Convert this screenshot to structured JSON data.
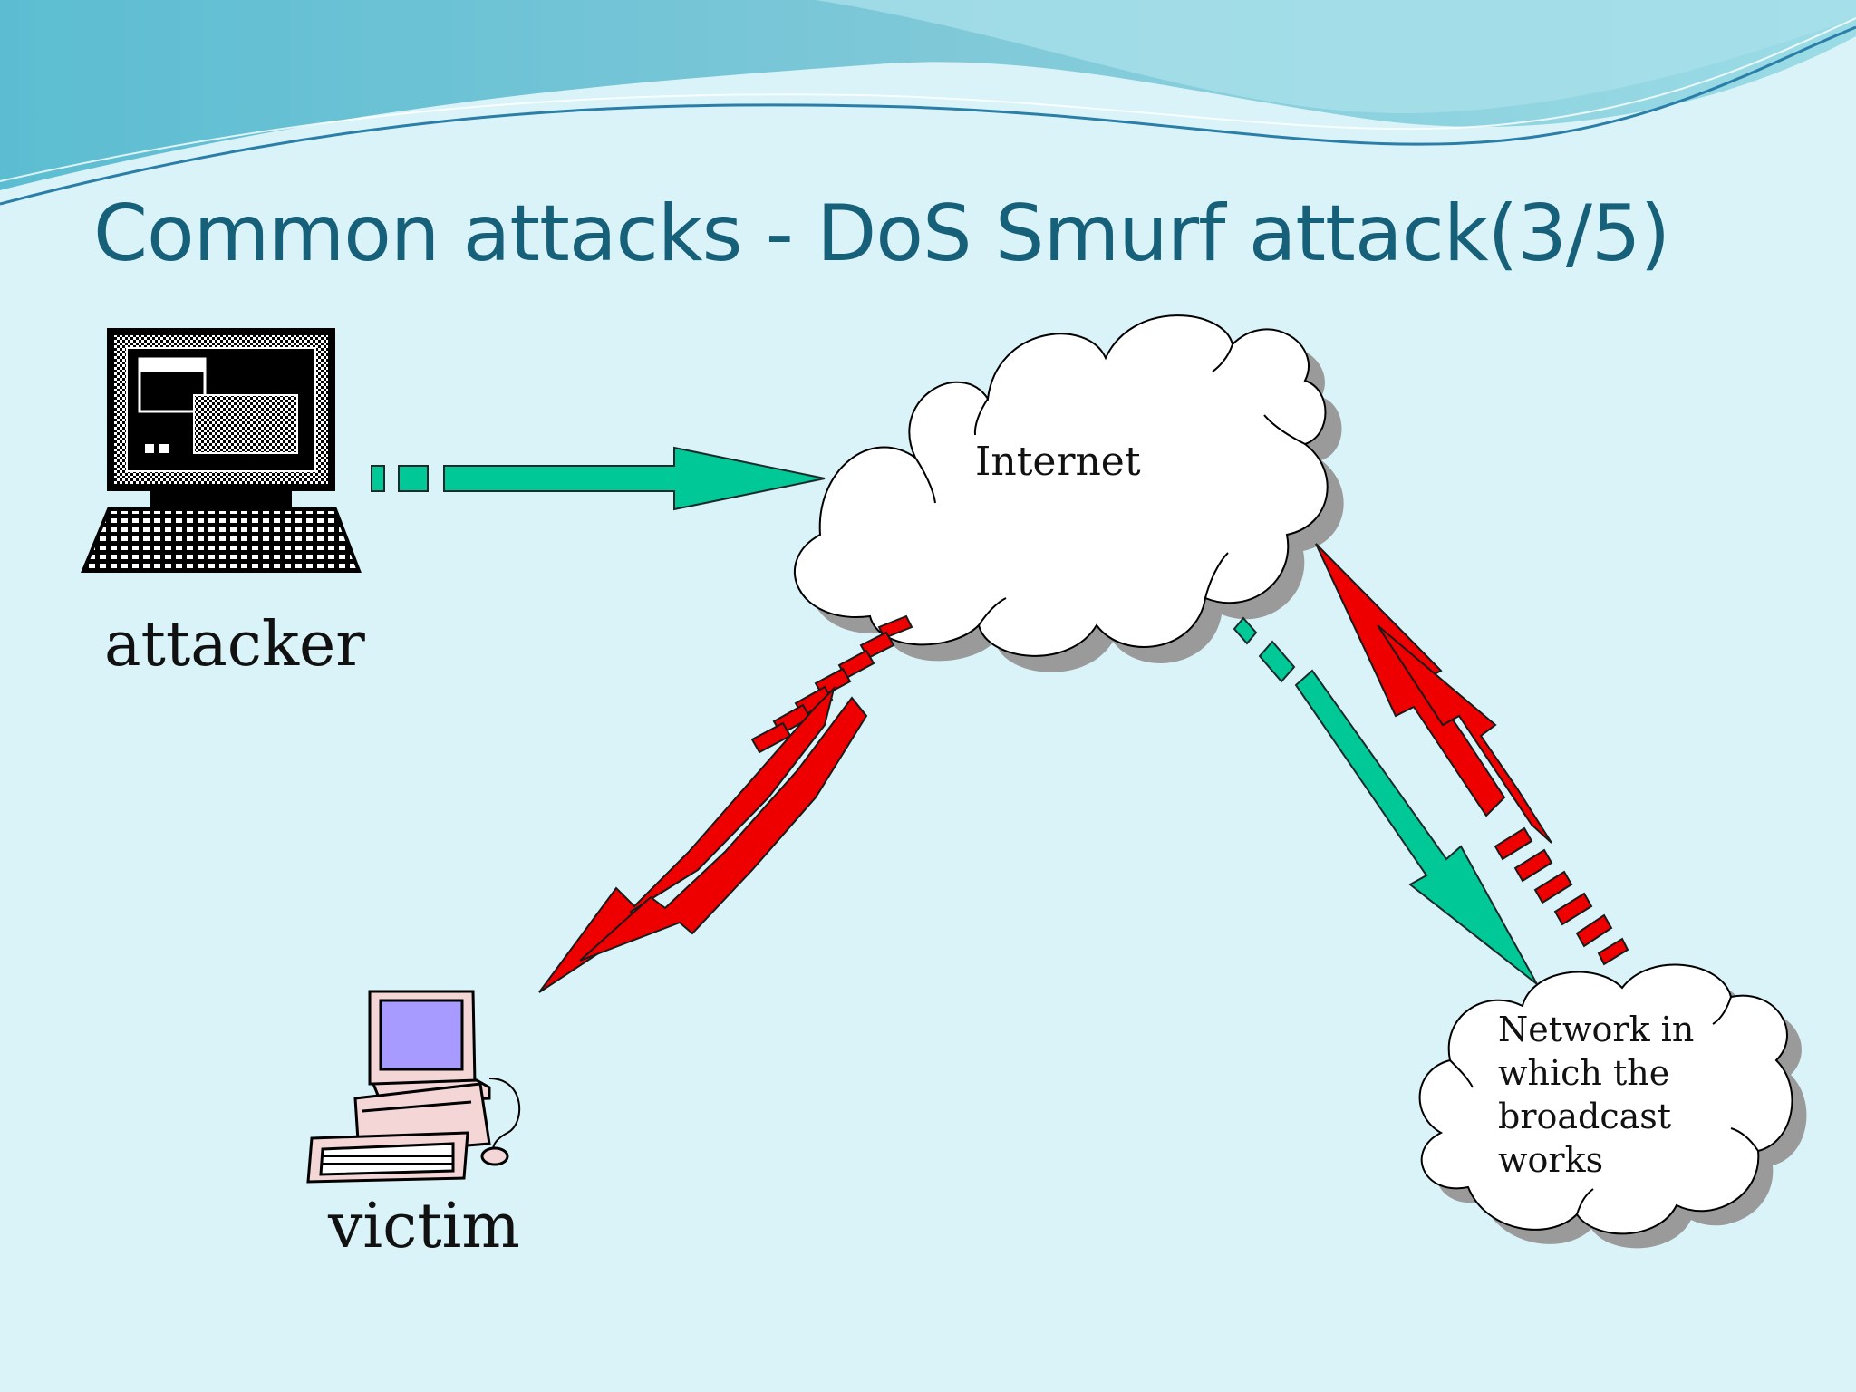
{
  "slide": {
    "title": "Common attacks - DoS Smurf attack(3/5)"
  },
  "nodes": {
    "attacker": {
      "label": "attacker"
    },
    "victim": {
      "label": "victim"
    },
    "internet": {
      "label": "Internet"
    },
    "network": {
      "label": "Network in which the broadcast works"
    }
  },
  "colors": {
    "background": "#d9f3f8",
    "title": "#17607a",
    "request_arrow": "#00c896",
    "reply_arrow": "#ee0000",
    "cloud_fill": "#ffffff",
    "cloud_shadow": "#9a9a9a",
    "victim_screen": "#a79bff",
    "victim_case": "#f5d6d6"
  },
  "icons": [
    "attacker-computer-icon",
    "victim-computer-icon"
  ]
}
